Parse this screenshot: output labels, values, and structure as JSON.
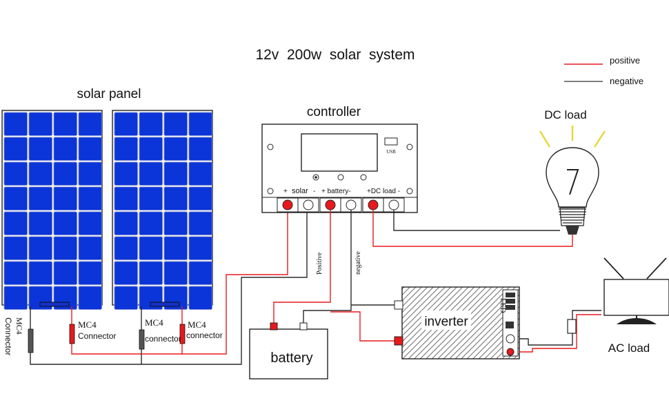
{
  "title": "12v  200w  solar  system",
  "legend": {
    "positive": "positive",
    "negative": "negative",
    "positive_color": "#e8191c",
    "negative_color": "#222222"
  },
  "solar_panel": {
    "label": "solar panel"
  },
  "controller": {
    "label": "controller",
    "usb_label": "USB",
    "terminals": {
      "plus": "+",
      "solar": "solar",
      "minus": "-",
      "battery": "+ battery-",
      "dc_load": "+DC load -"
    }
  },
  "dc_load": {
    "label": "DC load"
  },
  "wires": {
    "positive": "Positive",
    "negative": "negative"
  },
  "inverter": {
    "label": "inverter",
    "led": "LED"
  },
  "battery": {
    "label": "battery"
  },
  "ac_load": {
    "label": "AC load"
  },
  "connectors": {
    "left_mc4": "MC4",
    "left_connector": "Connector",
    "mc4_1": "MC4",
    "connector_1": "Connector",
    "mc4_2": "MC4",
    "connector_2": "connector",
    "mc4_3": "MC4",
    "connector_3": "connector"
  },
  "colors": {
    "panel_blue": "#0b35d9",
    "panel_grid": "#7d8bd6",
    "wire_red": "#e8191c",
    "wire_dark": "#2a2a2a"
  }
}
